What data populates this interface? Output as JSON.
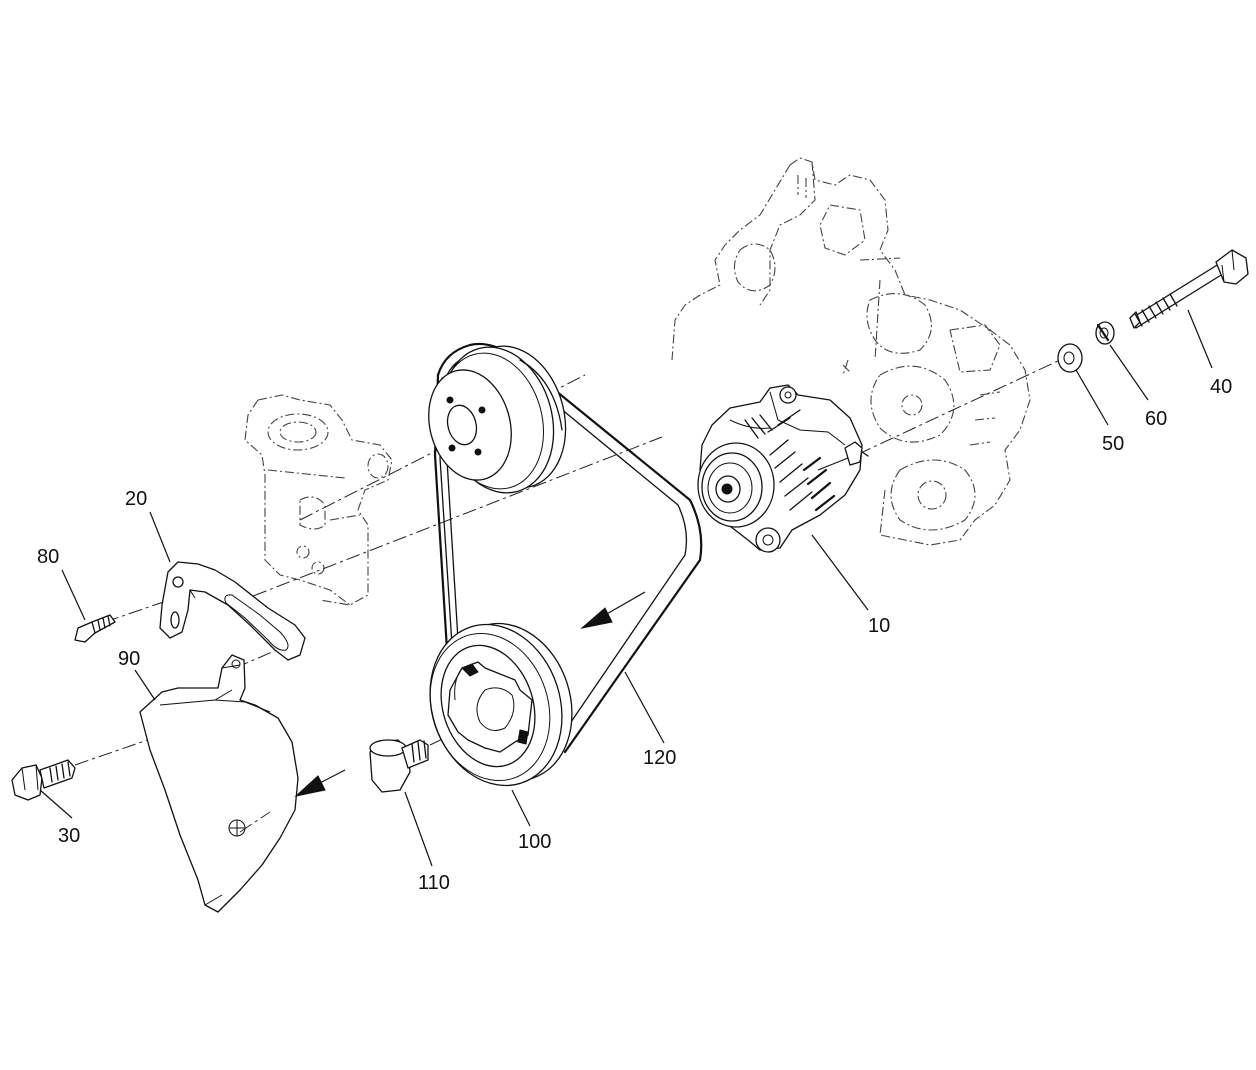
{
  "callouts": {
    "c10": "10",
    "c20": "20",
    "c30": "30",
    "c40": "40",
    "c50": "50",
    "c60": "60",
    "c80": "80",
    "c90": "90",
    "c100": "100",
    "c110": "110",
    "c120": "120"
  },
  "icons": {
    "alternator": "alternator-icon",
    "pulley": "pulley-icon",
    "belt": "v-belt-icon",
    "bolt": "bolt-icon",
    "washer": "washer-icon",
    "bracket": "bracket-icon",
    "cover": "belt-cover-icon",
    "engine": "engine-block-ghost-icon",
    "arrow": "direction-arrow-icon"
  },
  "colors": {
    "line": "#111111",
    "background": "#ffffff"
  }
}
